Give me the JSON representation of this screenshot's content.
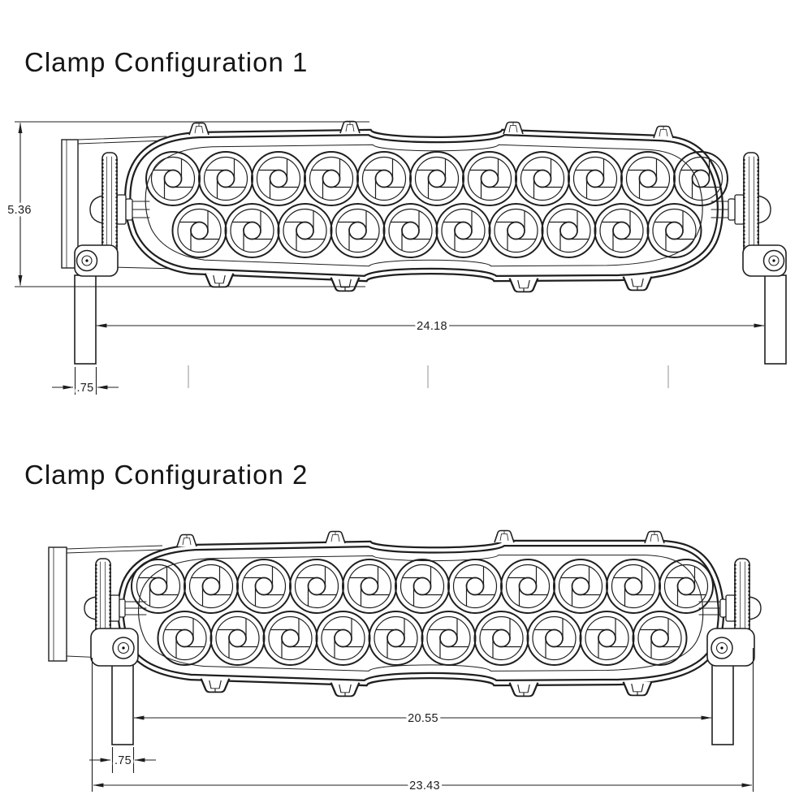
{
  "colors": {
    "ink": "#1f1f1f",
    "faint_tick": "#c9c9c9",
    "background": "#ffffff"
  },
  "diagrams": [
    {
      "title": "Clamp Configuration 1",
      "dims": {
        "bar_height": "5.36",
        "post_inner_span": "24.18",
        "post_width": ".75"
      },
      "leds": {
        "top_count": 11,
        "bottom_count": 10
      }
    },
    {
      "title": "Clamp Configuration 2",
      "dims": {
        "post_inner_span": "20.55",
        "post_width": ".75",
        "overall_span": "23.43"
      },
      "leds": {
        "top_count": 11,
        "bottom_count": 10
      }
    }
  ]
}
